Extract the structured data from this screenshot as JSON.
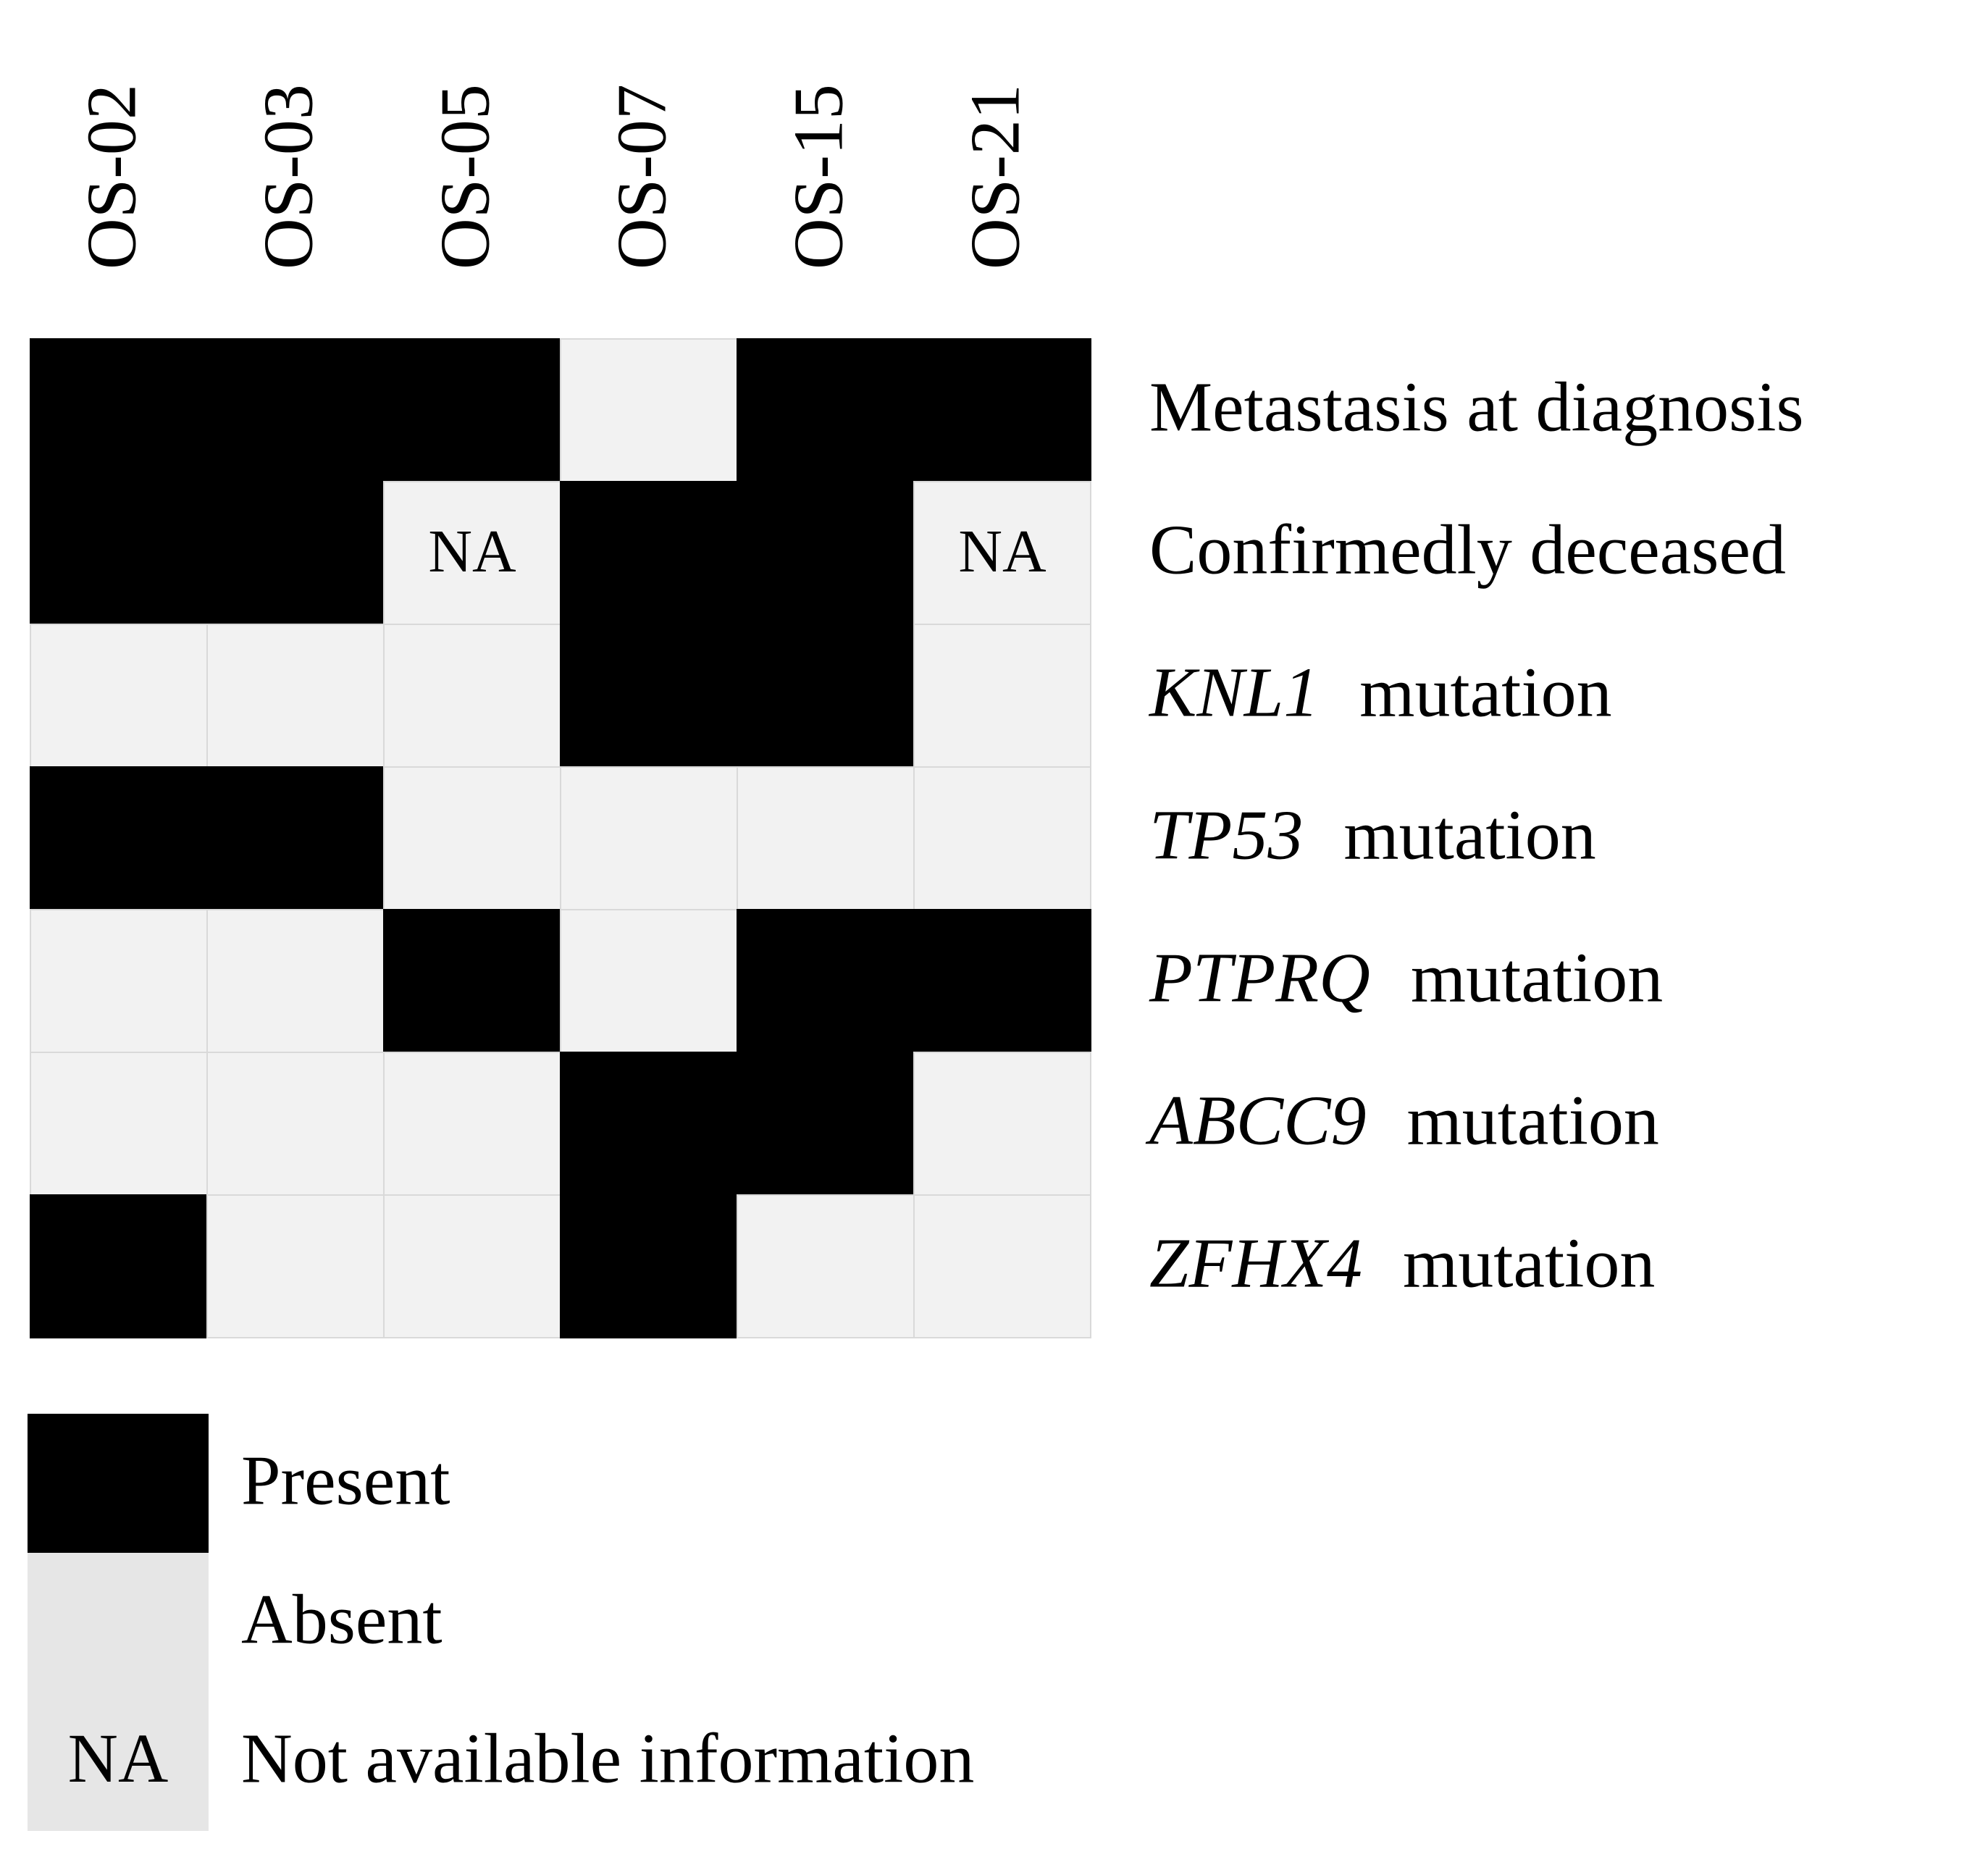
{
  "chart_data": {
    "type": "heatmap",
    "title": "",
    "xlabel": "",
    "ylabel": "",
    "columns": [
      "OS-02",
      "OS-03",
      "OS-05",
      "OS-07",
      "OS-15",
      "OS-21"
    ],
    "rows": [
      {
        "gene": "",
        "suffix": "Metastasis at diagnosis",
        "italic": false
      },
      {
        "gene": "",
        "suffix": "Confirmedly deceased",
        "italic": false
      },
      {
        "gene": "KNL1",
        "suffix": "mutation",
        "italic": true
      },
      {
        "gene": "TP53",
        "suffix": "mutation",
        "italic": true
      },
      {
        "gene": "PTPRQ",
        "suffix": "mutation",
        "italic": true
      },
      {
        "gene": "ABCC9",
        "suffix": "mutation",
        "italic": true
      },
      {
        "gene": "ZFHX4",
        "suffix": "mutation",
        "italic": true
      }
    ],
    "values": [
      [
        "present",
        "present",
        "present",
        "absent",
        "present",
        "present"
      ],
      [
        "present",
        "present",
        "na",
        "present",
        "present",
        "na"
      ],
      [
        "absent",
        "absent",
        "absent",
        "present",
        "present",
        "absent"
      ],
      [
        "present",
        "present",
        "absent",
        "absent",
        "absent",
        "absent"
      ],
      [
        "absent",
        "absent",
        "present",
        "absent",
        "present",
        "present"
      ],
      [
        "absent",
        "absent",
        "absent",
        "present",
        "present",
        "absent"
      ],
      [
        "present",
        "absent",
        "absent",
        "present",
        "absent",
        "absent"
      ]
    ],
    "na_text": "NA",
    "legend": {
      "placement": "bottom-left",
      "entries": [
        {
          "key": "present",
          "label": "Present",
          "swatch_text": ""
        },
        {
          "key": "absent",
          "label": "Absent",
          "swatch_text": ""
        },
        {
          "key": "na",
          "label": "Not available information",
          "swatch_text": "NA"
        }
      ]
    },
    "colors": {
      "present": "#000000",
      "absent": "#f2f2f2",
      "na": "#f2f2f2",
      "grid": "#d9d9d9",
      "legend_bg": "#e6e6e6"
    }
  }
}
